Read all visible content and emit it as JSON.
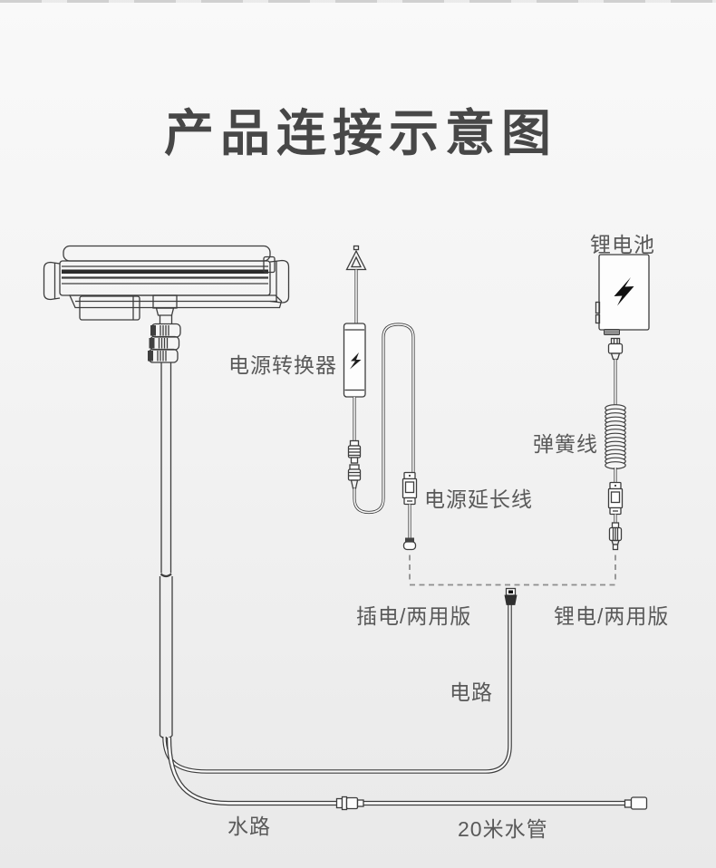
{
  "page": {
    "title": "产品连接示意图",
    "background_top": "#f9f9f9",
    "background_bottom": "#e9e9e9"
  },
  "diagram": {
    "labels": {
      "power_converter": "电源转换器",
      "power_extension_cable": "电源延长线",
      "lithium_battery": "锂电池",
      "spring_cable": "弹簧线",
      "plugin_dual_version": "插电/两用版",
      "lithium_dual_version": "锂电/两用版",
      "circuit": "电路",
      "water_path": "水路",
      "water_hose_20m": "20米水管"
    },
    "icons": {
      "adapter_icon": "lightning-bolt",
      "battery_icon": "lightning-bolt"
    },
    "colors": {
      "line_art": "#3d3d3d",
      "label_text": "#595959",
      "title_text": "#474747",
      "dashed_line": "#8e8e8e"
    }
  }
}
